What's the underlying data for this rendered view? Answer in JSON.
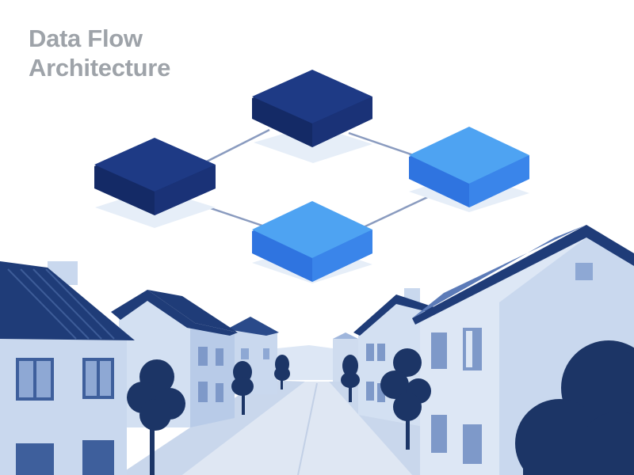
{
  "title": {
    "line1": "Data Flow",
    "line2": "Architecture"
  },
  "colors": {
    "background": "#ffffff",
    "title_text": "#9ea3a9",
    "node_dark_top": "#1e3a85",
    "node_dark_side": "#142a66",
    "node_light_top": "#4ea3f2",
    "node_light_side": "#2f74e0",
    "connector": "#8a9bbf",
    "house_wall": "#c9d8ee",
    "house_wall_shade": "#a9bfe0",
    "roof": "#1f3c78",
    "tree": "#1c3566",
    "street": "#dbe5f3"
  },
  "diagram": {
    "nodes": [
      {
        "name": "node-top",
        "style": "dark"
      },
      {
        "name": "node-left",
        "style": "dark"
      },
      {
        "name": "node-right",
        "style": "light"
      },
      {
        "name": "node-bottom",
        "style": "light"
      }
    ],
    "connections": [
      [
        "node-top",
        "node-right"
      ],
      [
        "node-top",
        "node-left"
      ],
      [
        "node-left",
        "node-bottom"
      ],
      [
        "node-right",
        "node-bottom"
      ]
    ]
  }
}
